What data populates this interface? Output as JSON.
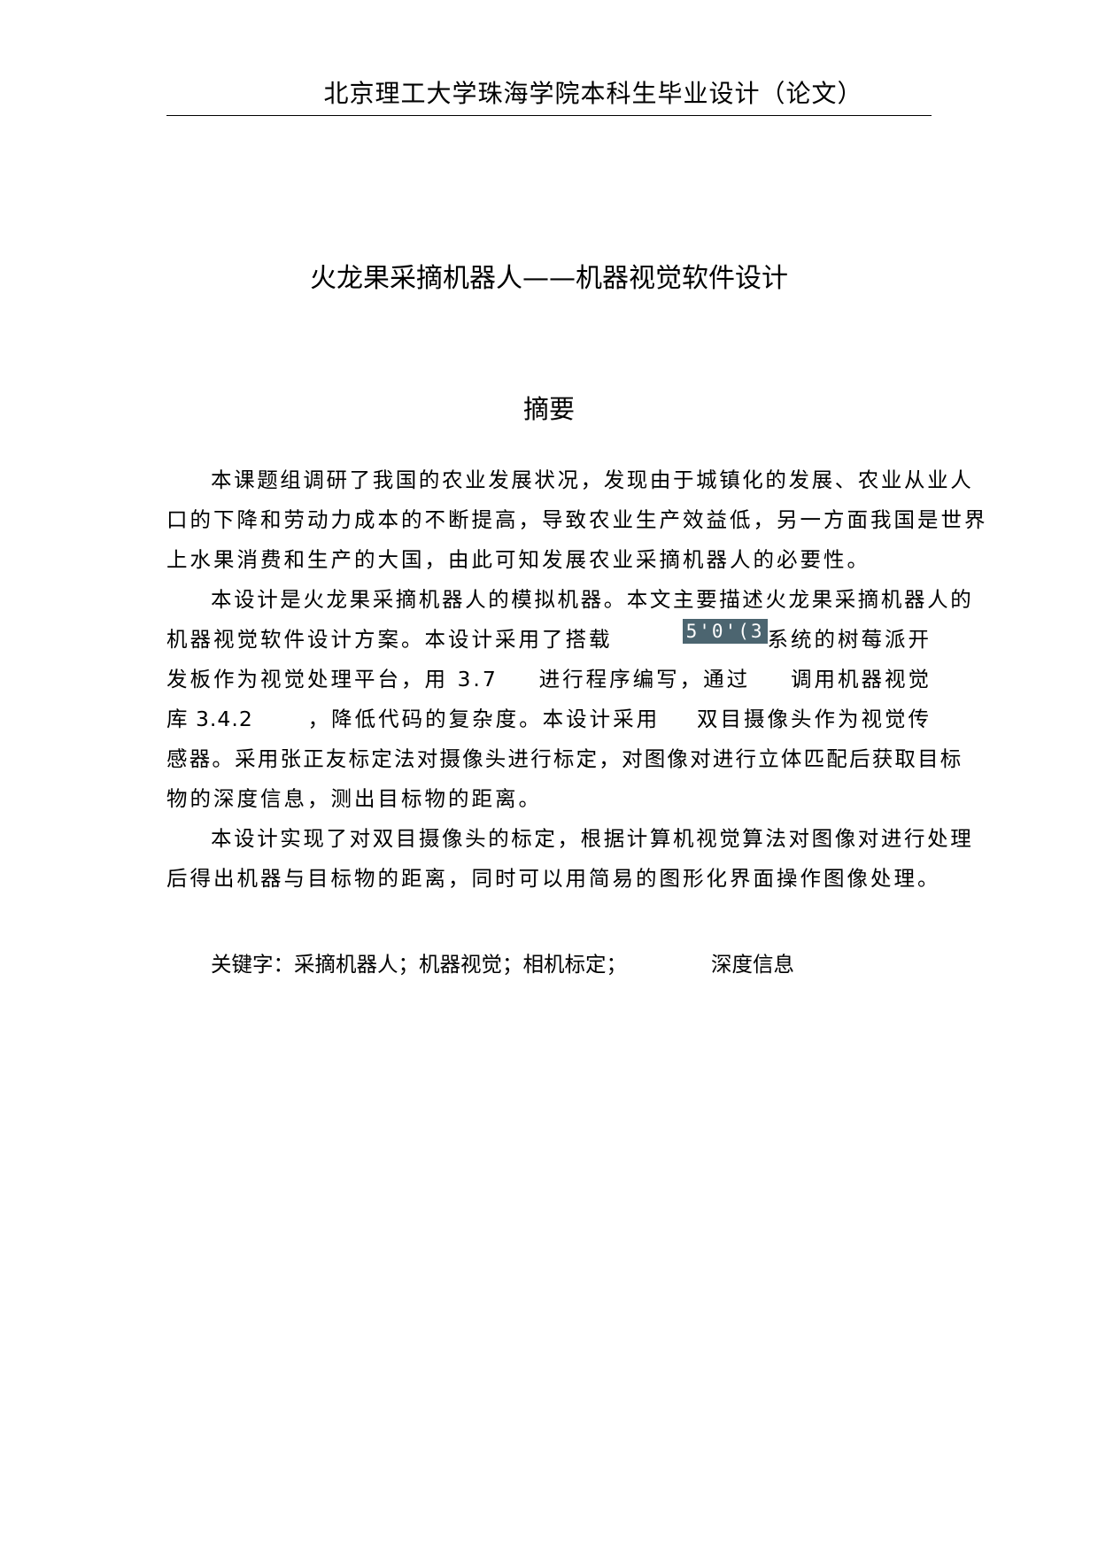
{
  "header": {
    "text": "北京理工大学珠海学院本科生毕业设计（论文）"
  },
  "title": "火龙果采摘机器人——机器视觉软件设计",
  "abstract": {
    "heading": "摘要",
    "paragraphs": [
      {
        "lines": [
          "本课题组调研了我国的农业发展状况，发现由于城镇化的发展、农业从业人",
          "口的下降和劳动力成本的不断提高，导致农业生产效益低，另一方面我国是世界",
          "上水果消费和生产的大国，由此可知发展农业采摘机器人的必要性。"
        ]
      },
      {
        "lines": [
          "本设计是火龙果采摘机器人的模拟机器。本文主要描述火龙果采摘机器人的",
          {
            "before": "机器视觉软件设计方案。本设计采用了搭载",
            "redacted": "5'0'(3",
            "after": "系统的树莓派开"
          },
          {
            "a": "发板作为视觉处理平台，用 3.7",
            "b": "进行程序编写，通过",
            "c": "调用机器视觉"
          },
          {
            "a": "库 3.4.2",
            "b": "，降低代码的复杂度。本设计采用",
            "c": "双目摄像头作为视觉传"
          },
          "感器。采用张正友标定法对摄像头进行标定，对图像对进行立体匹配后获取目标",
          "物的深度信息，测出目标物的距离。"
        ]
      },
      {
        "lines": [
          "本设计实现了对双目摄像头的标定，根据计算机视觉算法对图像对进行处理",
          "后得出机器与目标物的距离，同时可以用简易的图形化界面操作图像处理。"
        ]
      }
    ]
  },
  "keywords": {
    "label": "关键字：",
    "items": [
      "采摘机器人",
      "机器视觉",
      "相机标定"
    ],
    "separator": "；",
    "trailing": "深度信息"
  },
  "colors": {
    "redaction_box": "#4c6570",
    "text": "#000000",
    "background": "#ffffff"
  }
}
